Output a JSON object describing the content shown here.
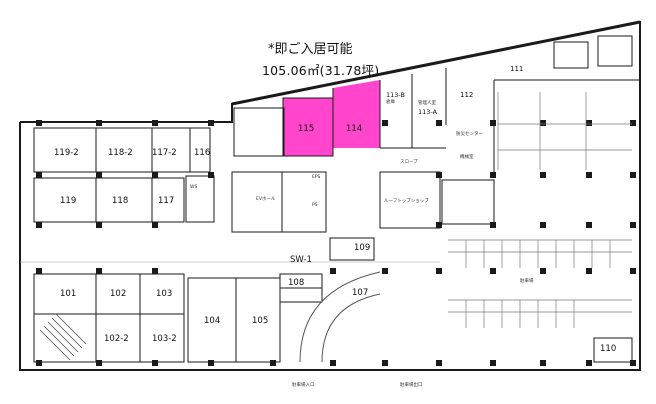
{
  "availability_note": {
    "headline": "*即ご入居可能",
    "area": "105.06㎡(31.78坪)"
  },
  "colors": {
    "highlight": "#ff45cc",
    "wall": "#1a1a1a",
    "line": "#555555",
    "fill": "#ffffff"
  },
  "rooms": [
    {
      "id": "r115",
      "label": "115",
      "highlighted": true
    },
    {
      "id": "r114",
      "label": "114",
      "highlighted": true
    },
    {
      "id": "r113b",
      "label": "113-B"
    },
    {
      "id": "r113a",
      "label": "113-A"
    },
    {
      "id": "r112",
      "label": "112"
    },
    {
      "id": "r111",
      "label": "111"
    },
    {
      "id": "r119-2",
      "label": "119-2"
    },
    {
      "id": "r118-2",
      "label": "118-2"
    },
    {
      "id": "r117-2",
      "label": "117-2"
    },
    {
      "id": "r116",
      "label": "116"
    },
    {
      "id": "r119",
      "label": "119"
    },
    {
      "id": "r118",
      "label": "118"
    },
    {
      "id": "r117",
      "label": "117"
    },
    {
      "id": "r109",
      "label": "109"
    },
    {
      "id": "sw1",
      "label": "SW-1"
    },
    {
      "id": "r108",
      "label": "108"
    },
    {
      "id": "r107",
      "label": "107"
    },
    {
      "id": "r101",
      "label": "101"
    },
    {
      "id": "r102",
      "label": "102"
    },
    {
      "id": "r103",
      "label": "103"
    },
    {
      "id": "r104",
      "label": "104"
    },
    {
      "id": "r105",
      "label": "105"
    },
    {
      "id": "r102-2",
      "label": "102-2"
    },
    {
      "id": "r103-2",
      "label": "103-2"
    },
    {
      "id": "r110",
      "label": "110"
    }
  ],
  "small_labels": {
    "parking": "駐車場",
    "slope": "スロープ",
    "entrance1": "駐車場入口",
    "entrance2": "駐車場出口",
    "ev_hall": "EVホール",
    "manager_room": "管理人室",
    "disaster_center": "防災センター",
    "ps": "PS",
    "eps": "EPS",
    "ws": "WS",
    "machine": "機械室",
    "storage": "倉庫",
    "shop": "ルーフトップショップ"
  }
}
